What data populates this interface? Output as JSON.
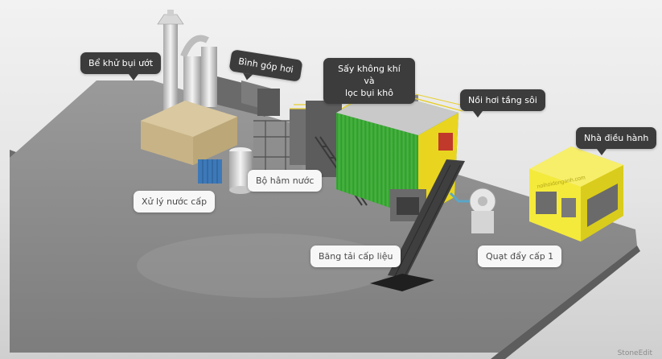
{
  "labels": {
    "wet_scrubber": "Bể khử bụi ướt",
    "steam_header": "Bình góp hơi",
    "air_preheater_line1": "Sấy không khí và",
    "air_preheater_line2": "lọc bụi khô",
    "fluidized_boiler": "Nồi hơi tầng sôi",
    "control_house": "Nhà điều hành",
    "water_treatment": "Xử lý nước cấp",
    "economizer": "Bộ hâm nước",
    "feed_conveyor": "Băng tải cấp liệu",
    "fd_fan": "Quạt đẩy cấp 1"
  },
  "house_sign": "noihoidonganh.com",
  "watermark": "StoneEdit",
  "colors": {
    "boiler_green": "#3fae3a",
    "frame_yellow": "#f2e01c",
    "house_yellow": "#f4ea3b",
    "callout_dark": "#3c3c3c",
    "callout_light": "#f7f7f7",
    "floor": "#8c8c8c",
    "brick": "#cdb98f"
  }
}
